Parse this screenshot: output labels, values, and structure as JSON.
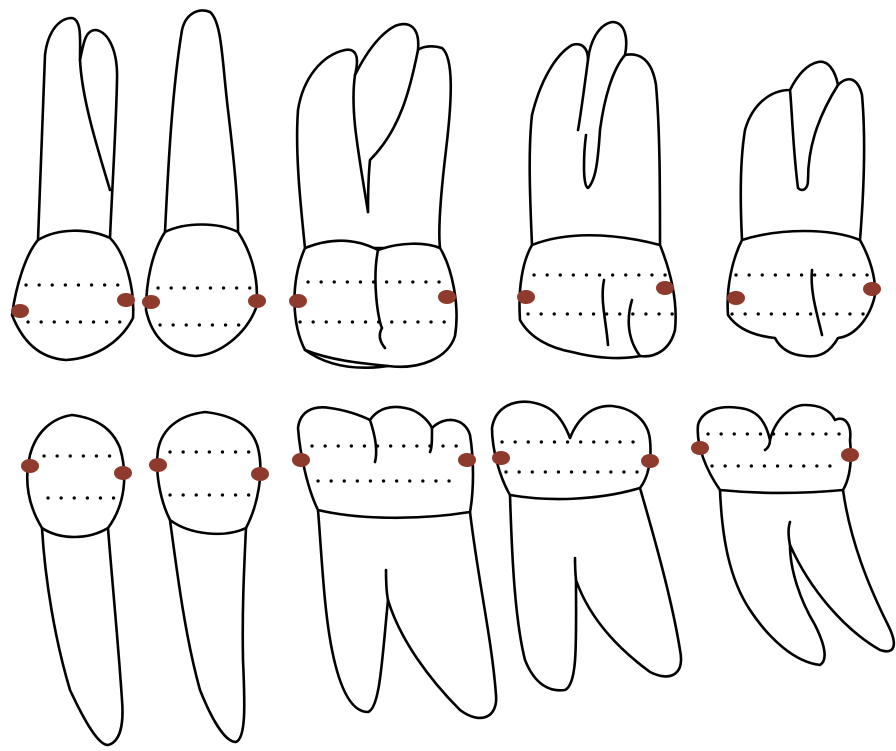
{
  "diagram": {
    "rows": [
      {
        "teeth": [
          {
            "id": "upper-premolar-1"
          },
          {
            "id": "upper-premolar-2"
          },
          {
            "id": "upper-molar-1"
          },
          {
            "id": "upper-molar-2"
          },
          {
            "id": "upper-molar-3"
          }
        ]
      },
      {
        "teeth": [
          {
            "id": "lower-premolar-1"
          },
          {
            "id": "lower-premolar-2"
          },
          {
            "id": "lower-molar-1"
          },
          {
            "id": "lower-molar-2"
          },
          {
            "id": "lower-molar-3"
          }
        ]
      }
    ],
    "colors": {
      "outline": "#000000",
      "fill": "#ffffff",
      "contact_point": "#8e3a2c"
    }
  }
}
